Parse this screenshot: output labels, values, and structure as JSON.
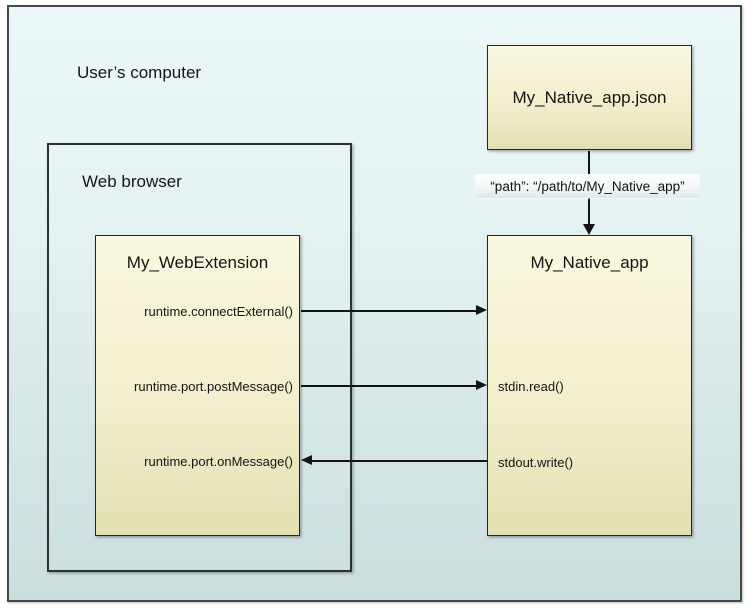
{
  "labels": {
    "users_computer": "User’s computer",
    "web_browser": "Web browser"
  },
  "webextension": {
    "title": "My_WebExtension",
    "methods": [
      "runtime.connectExternal()",
      "runtime.port.postMessage()",
      "runtime.port.onMessage()"
    ]
  },
  "native_app": {
    "title": "My_Native_app",
    "methods": [
      "stdin.read()",
      "stdout.write()"
    ]
  },
  "manifest": {
    "title": "My_Native_app.json",
    "path_annotation": "“path”: “/path/to/My_Native_app”"
  },
  "colors": {
    "background_top": "#ecf8fa",
    "background_bottom": "#cbdede",
    "node_fill_top": "#faf8e1",
    "node_fill_bottom": "#e3dfb2",
    "border_dark": "#2c3030",
    "arrow": "#141414",
    "annotation_strip": "#eef5f6"
  }
}
